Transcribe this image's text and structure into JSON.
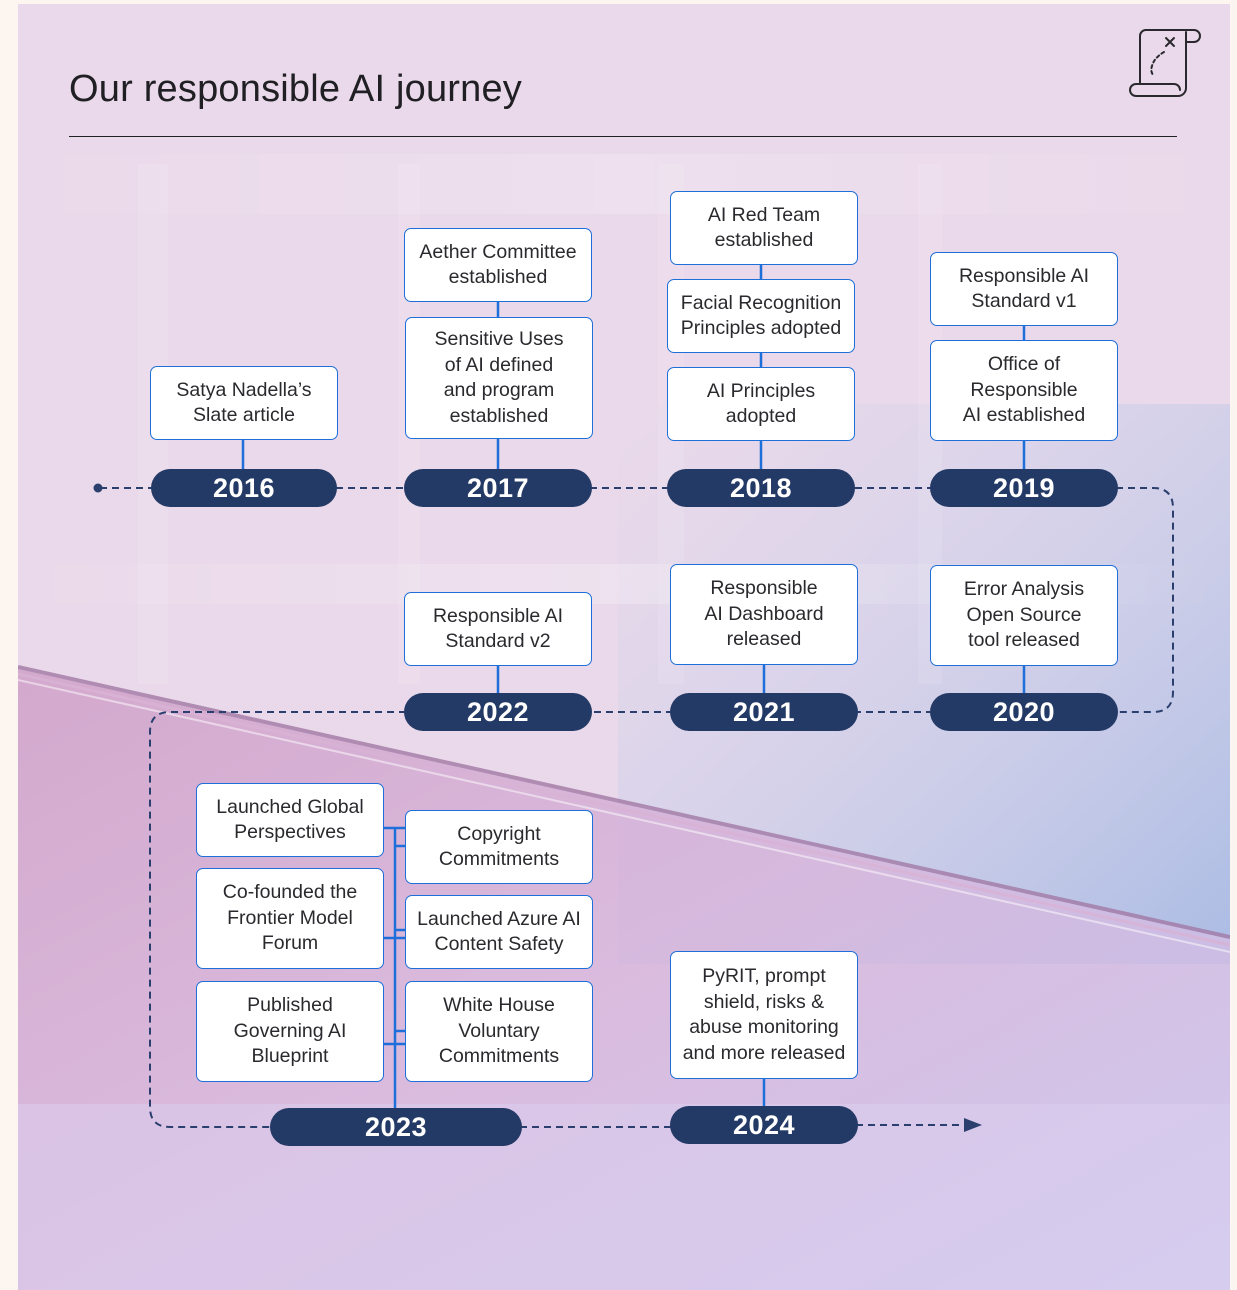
{
  "header": {
    "title": "Our responsible AI journey",
    "icon": "scroll-map-icon"
  },
  "timeline": {
    "years": [
      "2016",
      "2017",
      "2018",
      "2019",
      "2020",
      "2021",
      "2022",
      "2023",
      "2024"
    ],
    "milestones": {
      "y2016": [
        "Satya Nadella’s\nSlate article"
      ],
      "y2017": [
        "Aether Committee\nestablished",
        "Sensitive Uses\nof AI defined\nand program\nestablished"
      ],
      "y2018": [
        "AI Red Team\nestablished",
        "Facial Recognition\nPrinciples adopted",
        "AI Principles\nadopted"
      ],
      "y2019": [
        "Responsible AI\nStandard v1",
        "Office of\nResponsible\nAI established"
      ],
      "y2020": [
        "Error Analysis\nOpen Source\ntool released"
      ],
      "y2021": [
        "Responsible\nAI Dashboard\nreleased"
      ],
      "y2022": [
        "Responsible AI\nStandard v2"
      ],
      "y2023": [
        "Launched Global\nPerspectives",
        "Co-founded the\nFrontier Model\nForum",
        "Published\nGoverning AI\nBlueprint",
        "Copyright\nCommitments",
        "Launched Azure AI\nContent Safety",
        "White House\nVoluntary\nCommitments"
      ],
      "y2024": [
        "PyRIT, prompt\nshield, risks &\nabuse monitoring\nand more released"
      ]
    }
  },
  "colors": {
    "year_pill": "#243a66",
    "box_border": "#1e6fd9",
    "connector": "#1e6fd9",
    "dashed_path": "#2a3f6e"
  }
}
